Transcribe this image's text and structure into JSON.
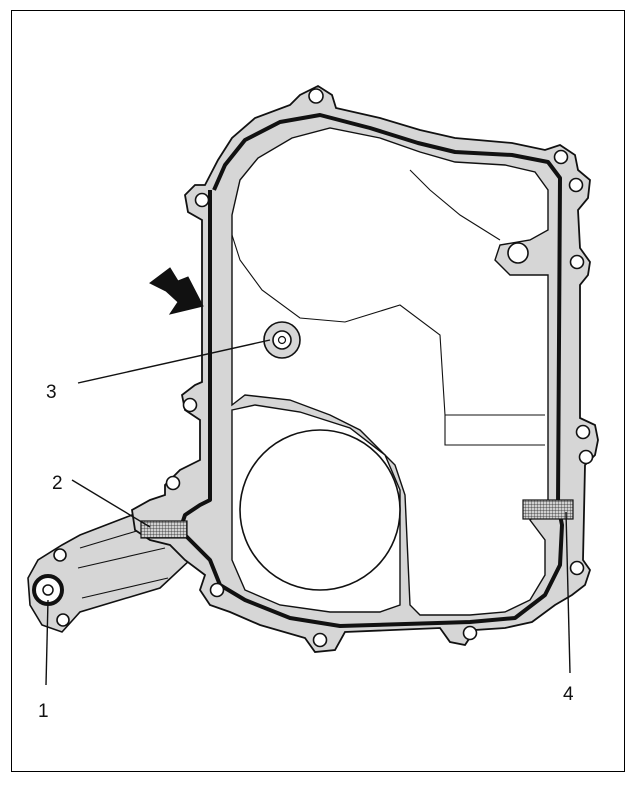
{
  "callouts": {
    "c1": "1",
    "c2": "2",
    "c3": "3",
    "c4": "4"
  },
  "colors": {
    "gasket_fill": "#d6d6d6",
    "line": "#111111",
    "background": "#ffffff"
  }
}
